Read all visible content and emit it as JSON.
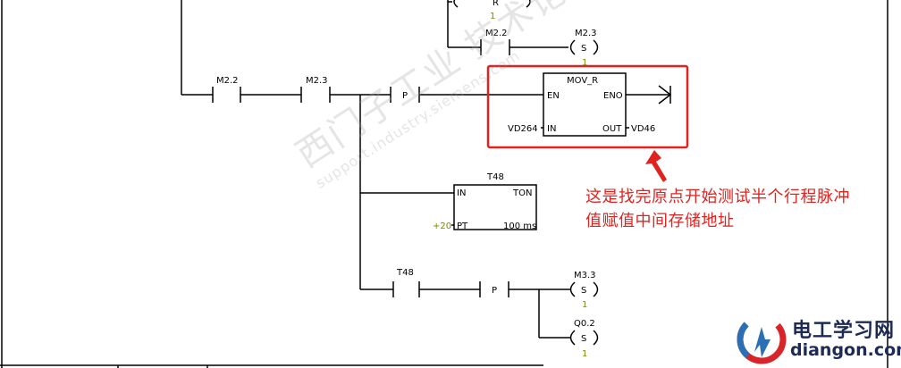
{
  "ladder": {
    "contacts": {
      "m2_2_left": "M2.2",
      "m2_3": "M2.3",
      "m2_2_upper": "M2.2",
      "t48_contact": "T48"
    },
    "coils": {
      "coil_top_value": "1",
      "m2_3_coil": "M2.3",
      "m2_3_value": "1",
      "m3_3_coil": "M3.3",
      "m3_3_value": "1",
      "q0_2_coil": "Q0.2",
      "q0_2_value": "1",
      "set_symbol": "S",
      "set_symbol_2": "S",
      "set_symbol_3": "S",
      "top_coil_symbol": "R"
    },
    "edge": {
      "p1": "P",
      "p2": "P"
    },
    "mov_r": {
      "title": "MOV_R",
      "en": "EN",
      "eno": "ENO",
      "in": "IN",
      "out": "OUT",
      "in_operand": "VD264",
      "out_operand": "VD46"
    },
    "timer": {
      "name": "T48",
      "in": "IN",
      "type": "TON",
      "pt": "PT",
      "pt_value": "+20",
      "base": "100 ms"
    }
  },
  "annotation": {
    "line1": "这是找完原点开始测试半个行程脉冲",
    "line2": "值赋值中间存储地址",
    "color": "#e0231f"
  },
  "watermark": {
    "text_cn": "西门子工业 技术论坛",
    "text_url": "support.industry.siemens.com"
  },
  "logo": {
    "title": "电工学习网",
    "domain": "diangon.com"
  }
}
